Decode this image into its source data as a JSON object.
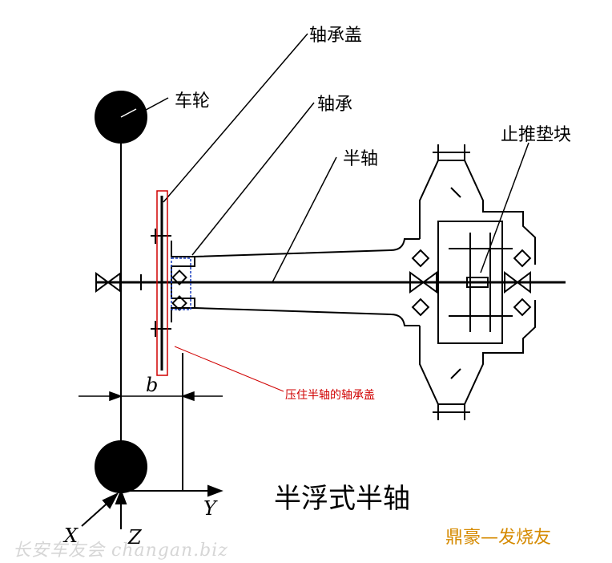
{
  "labels": {
    "bearing_cap": "轴承盖",
    "wheel": "车轮",
    "bearing": "轴承",
    "half_shaft": "半轴",
    "thrust_block": "止推垫块",
    "pressing_cap_note": "压住半轴的轴承盖",
    "dim_b": "b",
    "axis_x": "X",
    "axis_y": "Y",
    "axis_z": "Z"
  },
  "title": "半浮式半轴",
  "brand_text": "鼎豪—发烧友",
  "watermark": "长安车友会 changan.biz",
  "colors": {
    "line": "#000000",
    "highlight_box": "#d00000",
    "bearing_box": "#1a3fbf",
    "brand": "#d58a00",
    "watermark": "#d6d6d6"
  }
}
